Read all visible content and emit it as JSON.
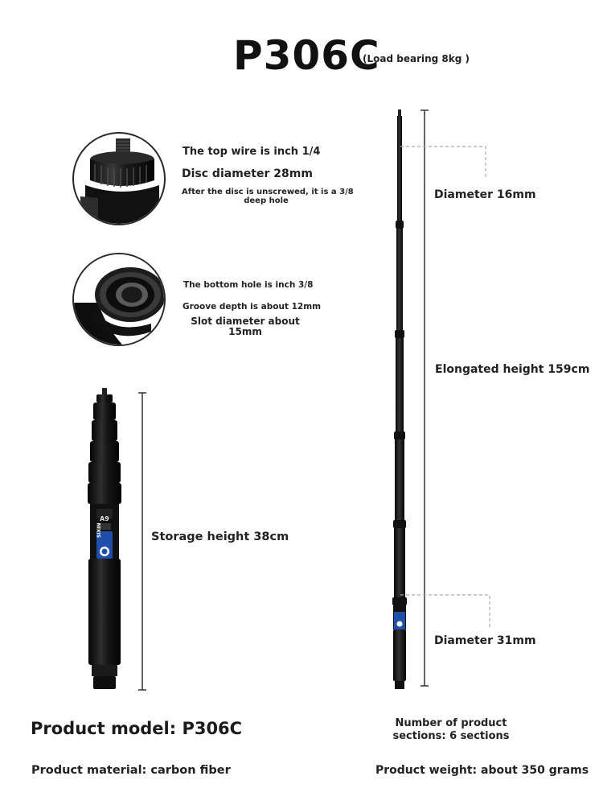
{
  "header": {
    "model_title": "P306C",
    "load_note": "(Load bearing 8kg )"
  },
  "top_detail": {
    "line1": "The top wire is inch 1/4",
    "line2": "Disc diameter 28mm",
    "line3a": "After the disc is unscrewed, it is a 3/8",
    "line3b": "deep hole"
  },
  "bottom_detail": {
    "line1": "The bottom hole is inch 3/8",
    "line2": "Groove depth is about 12mm",
    "line3a": "Slot diameter about",
    "line3b": "15mm"
  },
  "storage": {
    "label": "Storage height 38cm",
    "badge_text": "SIXIN",
    "badge_code": "A9"
  },
  "extended": {
    "diameter_top": "Diameter 16mm",
    "height": "Elongated height 159cm",
    "diameter_bottom": "Diameter 31mm"
  },
  "specs": {
    "model": "Product model: P306C",
    "material": "Product material: carbon fiber",
    "sections_a": "Number of product",
    "sections_b": "sections: 6 sections",
    "weight": "Product weight: about 350 grams"
  },
  "colors": {
    "pole": "#151515",
    "dimension_line": "#333333",
    "dashed_leader": "#aaaaaa",
    "badge_blue": "#1f4fa8"
  }
}
